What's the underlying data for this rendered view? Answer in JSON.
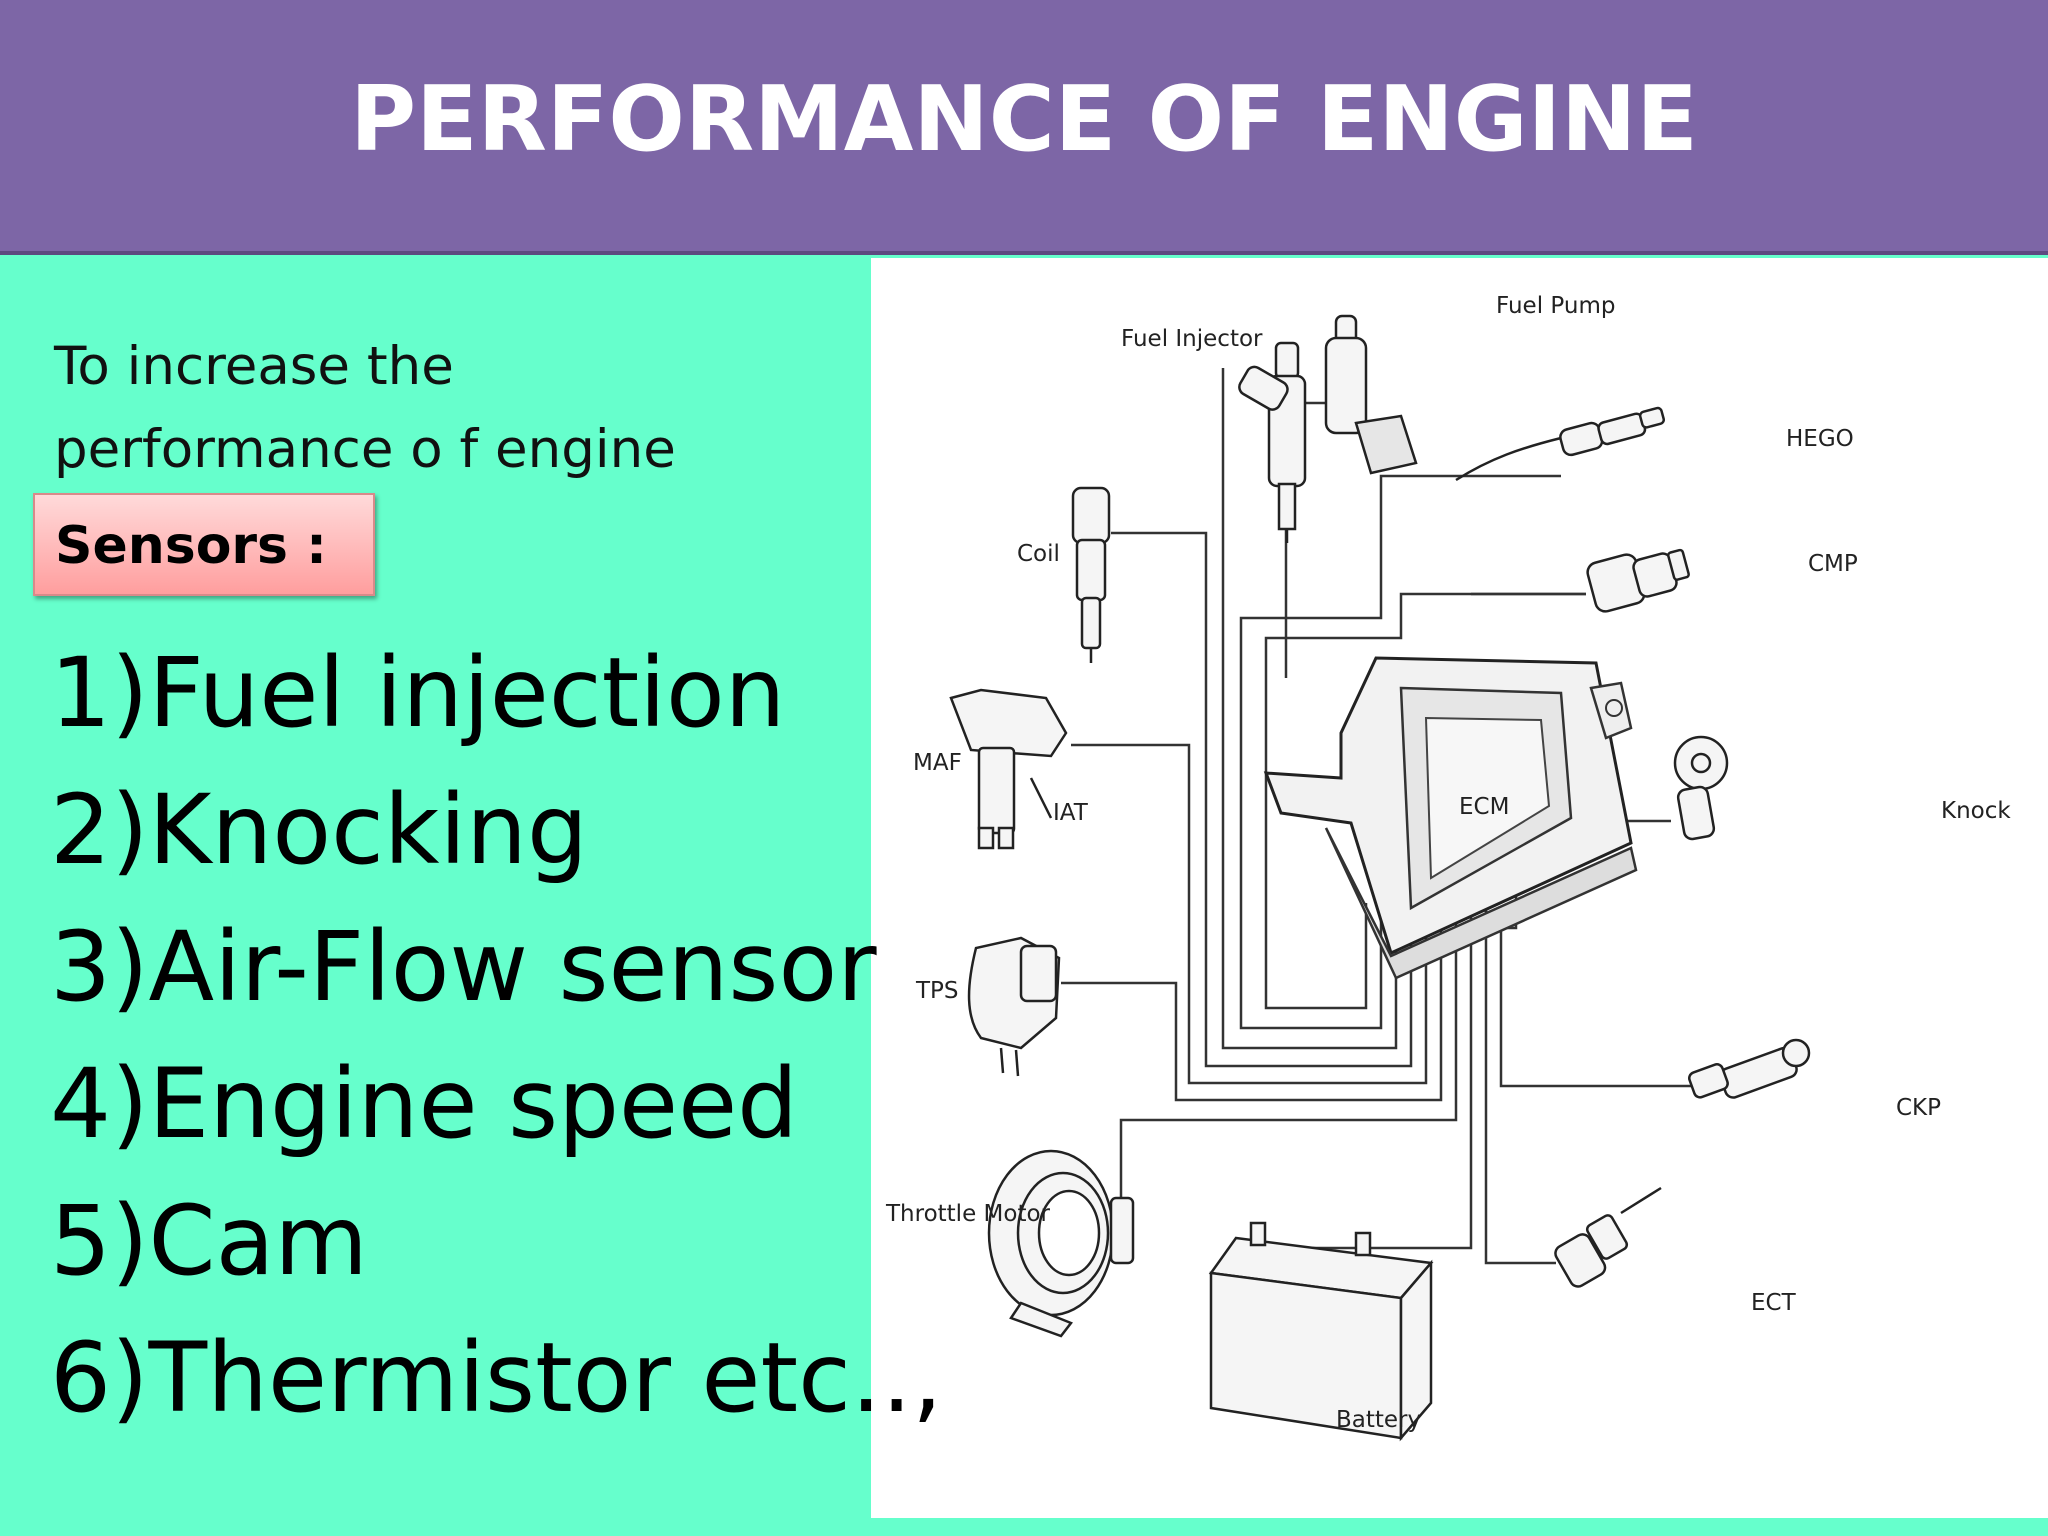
{
  "title": "PERFORMANCE OF ENGINE",
  "intro_line1": "To increase the",
  "intro_line2": "performance o f engine",
  "sensors_label": "Sensors :",
  "sensor_items": [
    "1)Fuel injection",
    "2)Knocking",
    "3)Air-Flow sensor",
    "4)Engine speed",
    "5)Cam",
    "6)Thermistor etc..,"
  ],
  "diagram_labels": {
    "fuel_injector": "Fuel Injector",
    "fuel_pump": "Fuel Pump",
    "hego": "HEGO",
    "coil": "Coil",
    "cmp": "CMP",
    "maf": "MAF",
    "iat": "IAT",
    "ecm": "ECM",
    "knock": "Knock",
    "tps": "TPS",
    "ckp": "CKP",
    "throttle_motor": "Throttle Motor",
    "ect": "ECT",
    "battery": "Battery"
  },
  "colors": {
    "title_bar": "#7D66A6",
    "background": "#66FFCC",
    "sensors_box": "#FF9E9E"
  }
}
